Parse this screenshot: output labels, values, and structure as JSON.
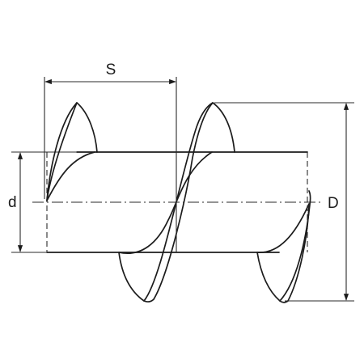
{
  "labels": {
    "pitch": "S",
    "shaft_diameter": "d",
    "outer_diameter": "D"
  },
  "colors": {
    "line": "#1c1c1c",
    "background": "#ffffff"
  }
}
